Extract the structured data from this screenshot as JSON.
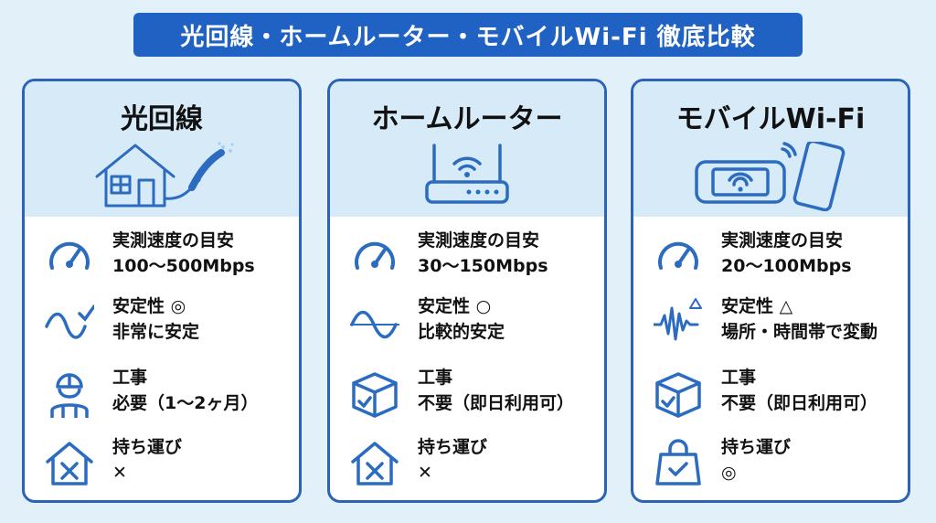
{
  "title": "光回線・ホームルーター・モバイルWi-Fi 徹底比較",
  "columns": [
    {
      "name": "光回線",
      "speed_label": "実測速度の目安",
      "speed_value": "100〜500Mbps",
      "stability_label": "安定性 ◎",
      "stability_value": "非常に安定",
      "construction_label": "工事",
      "construction_value": "必要（1〜2ヶ月）",
      "portability_label": "持ち運び",
      "portability_value": "✕"
    },
    {
      "name": "ホームルーター",
      "speed_label": "実測速度の目安",
      "speed_value": "30〜150Mbps",
      "stability_label": "安定性 ○",
      "stability_value": "比較的安定",
      "construction_label": "工事",
      "construction_value": "不要（即日利用可）",
      "portability_label": "持ち運び",
      "portability_value": "✕"
    },
    {
      "name": "モバイルWi-Fi",
      "speed_label": "実測速度の目安",
      "speed_value": "20〜100Mbps",
      "stability_label": "安定性 △",
      "stability_value": "場所・時間帯で変動",
      "construction_label": "工事",
      "construction_value": "不要（即日利用可）",
      "portability_label": "持ち運び",
      "portability_value": "◎"
    }
  ],
  "colors": {
    "banner": "#1f62c4",
    "border": "#2b63b8",
    "icon": "#2c6cc0",
    "header_bg": "#d7eaf8",
    "page_bg": "#e2f0fa"
  }
}
